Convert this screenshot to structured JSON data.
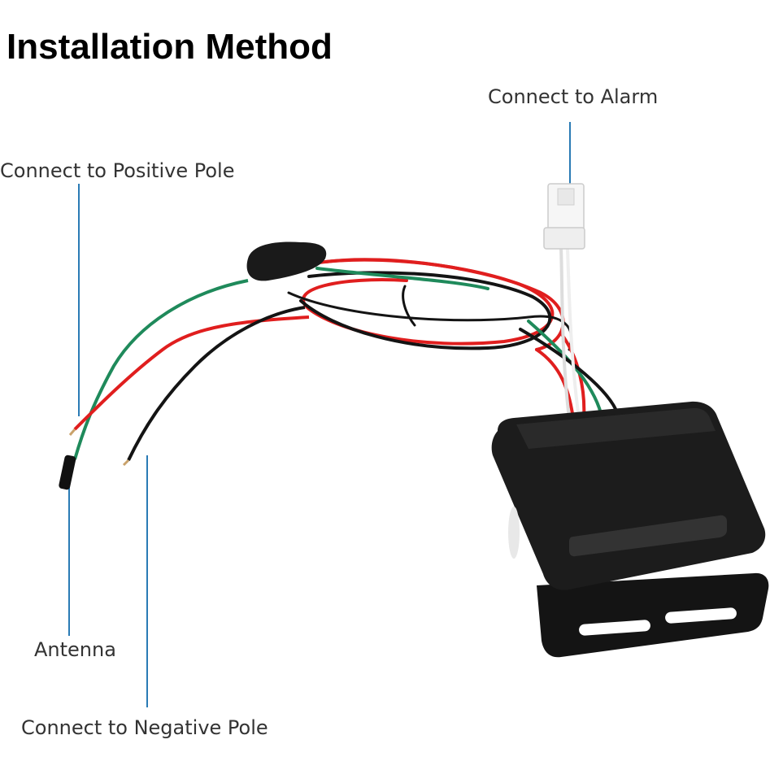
{
  "title": "Installation Method",
  "labels": {
    "alarm": "Connect to Alarm",
    "positive": "Connect to Positive Pole",
    "antenna": "Antenna",
    "negative": "Connect to Negative Pole"
  },
  "colors": {
    "leader_line": "#2a7bb5",
    "wire_red": "#e01e1e",
    "wire_green": "#1f8a5b",
    "wire_black": "#141414",
    "wire_white": "#f4f4f4",
    "module_body": "#1c1c1c"
  }
}
